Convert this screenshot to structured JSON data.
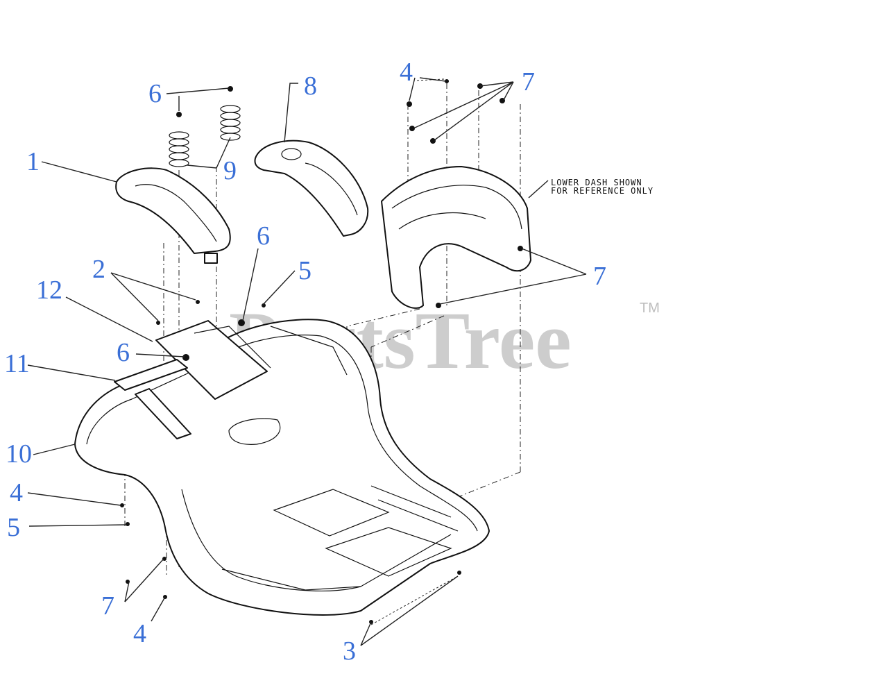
{
  "callouts": {
    "c1": "1",
    "c2": "2",
    "c3": "3",
    "c4a": "4",
    "c4b": "4",
    "c4c": "4",
    "c5a": "5",
    "c5b": "5",
    "c6a": "6",
    "c6b": "6",
    "c6c": "6",
    "c7a": "7",
    "c7b": "7",
    "c7c": "7",
    "c8": "8",
    "c9": "9",
    "c10": "10",
    "c11": "11",
    "c12": "12"
  },
  "note": {
    "line1": "LOWER DASH SHOWN",
    "line2": "FOR REFERENCE ONLY"
  },
  "watermark": {
    "text": "PartsTree",
    "tm": "TM"
  },
  "colors": {
    "callout": "#3a6fd6",
    "line": "#111111",
    "watermark": "#bdbdbd"
  }
}
